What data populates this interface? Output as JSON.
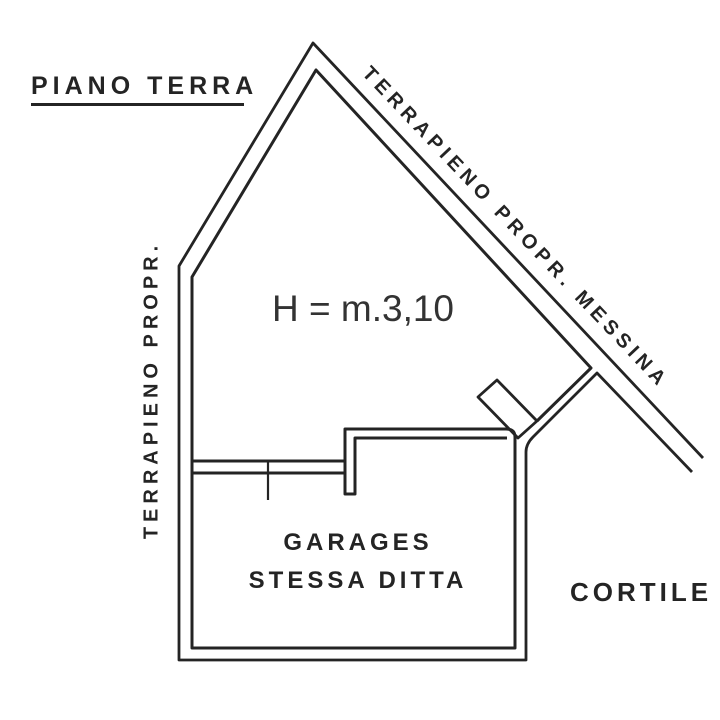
{
  "plan": {
    "title": "PIANO TERRA",
    "height_note": "H = m.3,10",
    "labels": {
      "left_boundary": "TERRAPIENO PROPR.",
      "right_boundary": "TERRAPIENO PROPR. MESSINA",
      "garage_line1": "GARAGES",
      "garage_line2": "STESSA DITTA",
      "courtyard": "CORTILE"
    },
    "colors": {
      "ink": "#242424",
      "bg": "#ffffff"
    }
  }
}
